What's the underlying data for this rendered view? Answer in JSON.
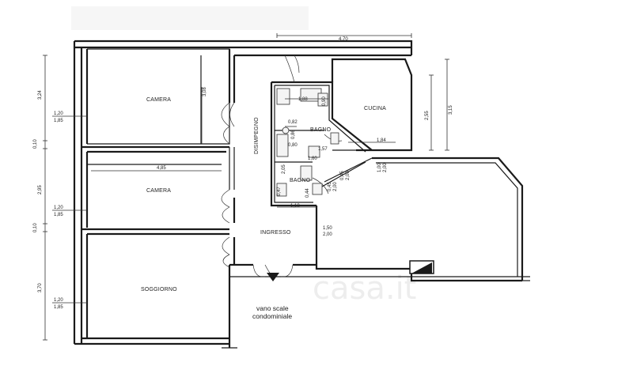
{
  "rooms": {
    "camera_1": "CAMERA",
    "camera_2": "CAMERA",
    "soggiorno": "SOGGIORNO",
    "cucina": "CUCINA",
    "disimpegno": "DISIMPEGNO",
    "ingresso": "INGRESSO",
    "bagno_1": "BAGNO",
    "bagno_2": "BAGNO"
  },
  "note": {
    "line1": "vano scale",
    "line2": "condominiale"
  },
  "watermark": "casa.it",
  "dimensions": {
    "top_width": "4,70",
    "left_324": "3,24",
    "left_010a": "0,10",
    "left_295": "2,95",
    "left_010b": "0,10",
    "left_370": "3,70",
    "win1_a": "1,20",
    "win1_b": "1,85",
    "win2_a": "1,20",
    "win2_b": "1,85",
    "win3_a": "1,20",
    "win3_b": "1,85",
    "camera1_h": "3,08",
    "camera2_w": "4,85",
    "bath_top": "1,88",
    "bath_side": "0,90",
    "bath_small": "0,82",
    "bath_v1": "0,86",
    "bath_v2": "0,80",
    "diag1": "1,57",
    "diag2": "1,60",
    "bath2_h": "2,05",
    "bath2_b": "0,47",
    "bath2_c": "0,44",
    "bath2_w": "1,18",
    "cucina_w": "1,84",
    "cucina_h1": "2,55",
    "cucina_h2": "3,15",
    "door_a": "1,00",
    "door_b": "2,00",
    "door_c": "0,45",
    "door_d": "2,00",
    "door_e": "0,45",
    "door_f": "2,00",
    "ingresso_a": "1,50",
    "ingresso_b": "2,00"
  }
}
